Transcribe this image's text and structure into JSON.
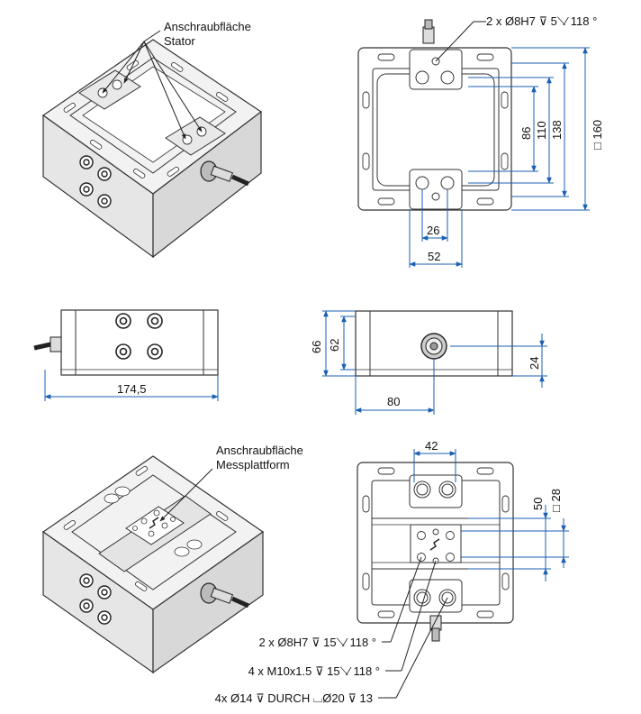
{
  "top_iso": {
    "label_line1": "Anschraubfläche",
    "label_line2": "Stator"
  },
  "top_plan": {
    "callout": "2 x Ø8H7 ⊽ 5⟍⁄ 118 °",
    "dims": {
      "d86": "86",
      "d110": "110",
      "d138": "138",
      "d160": "□ 160",
      "d26": "26",
      "d52": "52"
    }
  },
  "side_view": {
    "width": "174,5"
  },
  "front_view": {
    "d66": "66",
    "d62": "62",
    "d80": "80",
    "d24": "24"
  },
  "bottom_iso": {
    "label_line1": "Anschraubfläche",
    "label_line2": "Messplattform"
  },
  "bottom_plan": {
    "dims": {
      "d42": "42",
      "d50": "50",
      "d28": "□ 28"
    },
    "specs": [
      "2 x Ø8H7 ⊽ 15⟍⁄ 118 °",
      "4 x M10x1.5 ⊽ 15⟍⁄ 118 °",
      "4x Ø14 ⊽ DURCH ⌴Ø20 ⊽ 13"
    ]
  }
}
